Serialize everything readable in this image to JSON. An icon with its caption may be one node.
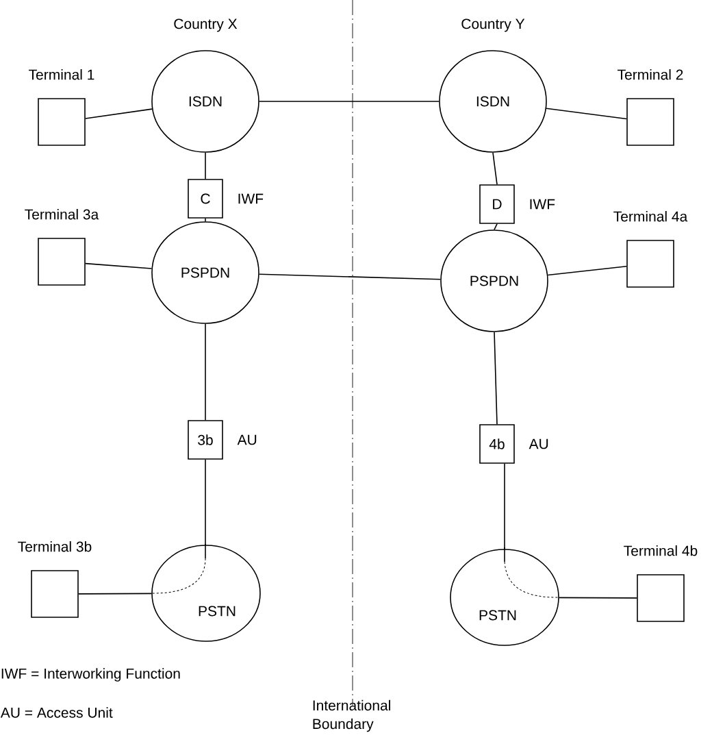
{
  "diagram": {
    "nodes": [
      {
        "text": [
          "Terminal 1"
        ]
      },
      {
        "text": [
          "ISDN"
        ],
        "beside": [
          "Country X"
        ]
      },
      {
        "text": [
          "ISDN"
        ],
        "beside": [
          "Country Y"
        ]
      },
      {
        "text": [
          "Terminal 2"
        ]
      },
      {
        "text": [
          "C"
        ],
        "beside": [
          "IWF"
        ]
      },
      {
        "text": [
          "D"
        ],
        "beside": [
          "IWF"
        ]
      },
      {
        "text": [
          "Terminal 3a"
        ]
      },
      {
        "text": [
          "PSPDN"
        ]
      },
      {
        "text": [
          "PSPDN"
        ]
      },
      {
        "text": [
          "Terminal 4a"
        ]
      },
      {
        "text": [
          "3b"
        ],
        "beside": [
          "AU"
        ]
      },
      {
        "text": [
          "4b"
        ],
        "beside": [
          "AU"
        ]
      },
      {
        "text": [
          "Terminal 3b"
        ]
      },
      {
        "text": [
          "PSTN"
        ]
      },
      {
        "text": [
          "PSTN"
        ]
      },
      {
        "text": [
          "Terminal 4b"
        ]
      }
    ],
    "edges": [
      {
        "from": 0,
        "to": 1,
        "arrow": "none"
      },
      {
        "from": 1,
        "to": 2,
        "arrow": "none"
      },
      {
        "from": 2,
        "to": 3,
        "arrow": "none"
      },
      {
        "from": 1,
        "to": 4,
        "arrow": "none"
      },
      {
        "from": 4,
        "to": 7,
        "arrow": "none"
      },
      {
        "from": 2,
        "to": 5,
        "arrow": "none"
      },
      {
        "from": 5,
        "to": 8,
        "arrow": "none"
      },
      {
        "from": 6,
        "to": 7,
        "arrow": "none"
      },
      {
        "from": 7,
        "to": 8,
        "arrow": "none"
      },
      {
        "from": 8,
        "to": 9,
        "arrow": "none"
      },
      {
        "from": 7,
        "to": 10,
        "arrow": "none"
      },
      {
        "from": 10,
        "to": 13,
        "arrow": "none"
      },
      {
        "from": 8,
        "to": 11,
        "arrow": "none"
      },
      {
        "from": 11,
        "to": 14,
        "arrow": "none"
      },
      {
        "from": 12,
        "to": 13,
        "arrow": "none"
      },
      {
        "from": 14,
        "to": 15,
        "arrow": "none"
      }
    ],
    "labels": [
      "IWF = Interworking Function",
      "AU = Access Unit",
      "International Boundary"
    ]
  }
}
